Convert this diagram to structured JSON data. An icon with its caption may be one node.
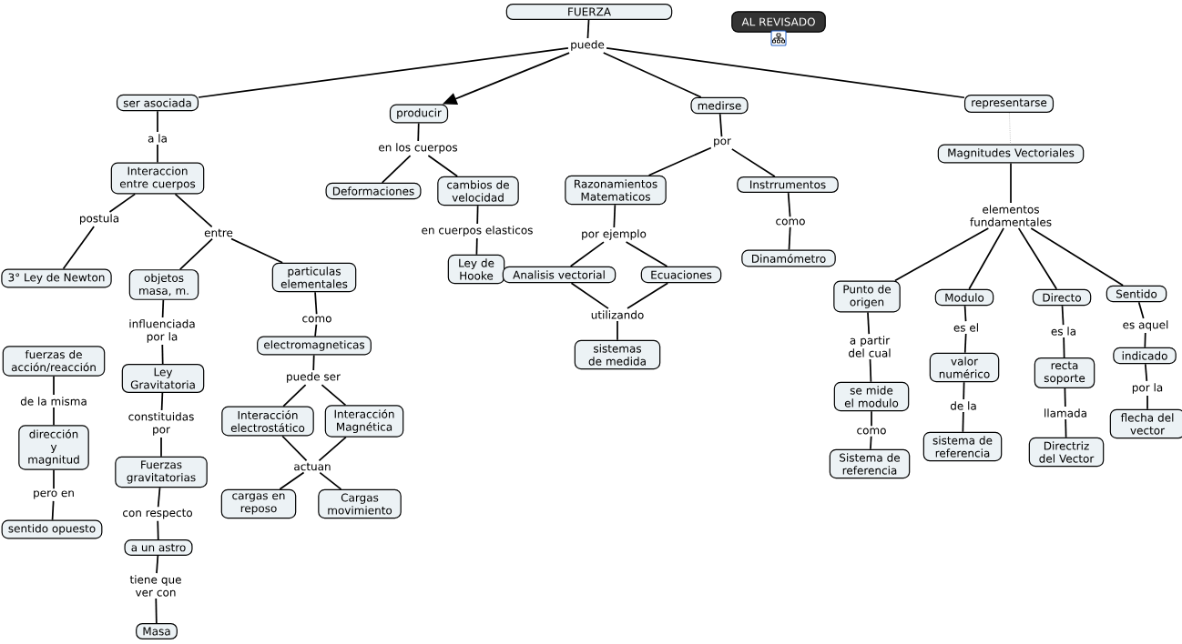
{
  "diagram": {
    "nodes": [
      {
        "text": [
          "FUERZA"
        ]
      },
      {
        "text": [
          "puede"
        ]
      },
      {
        "text": [
          "ser asociada"
        ]
      },
      {
        "text": [
          "producir"
        ]
      },
      {
        "text": [
          "medirse"
        ]
      },
      {
        "text": [
          "representarse"
        ]
      },
      {
        "text": [
          "AL REVISADO"
        ]
      },
      {
        "text": [
          "a la"
        ]
      },
      {
        "text": [
          "Interaccion entre cuerpos"
        ]
      },
      {
        "text": [
          "postula"
        ]
      },
      {
        "text": [
          "entre"
        ]
      },
      {
        "text": [
          "3° Ley de Newton"
        ]
      },
      {
        "text": [
          "objetos masa, m."
        ]
      },
      {
        "text": [
          "particulas elementales"
        ]
      },
      {
        "text": [
          "influenciada por la"
        ]
      },
      {
        "text": [
          "como"
        ]
      },
      {
        "text": [
          "Ley Gravitatoria"
        ]
      },
      {
        "text": [
          "electromagneticas"
        ]
      },
      {
        "text": [
          "constituidas por"
        ]
      },
      {
        "text": [
          "puede ser"
        ]
      },
      {
        "text": [
          "Fuerzas gravitatorias"
        ]
      },
      {
        "text": [
          "Interacción electrostático"
        ]
      },
      {
        "text": [
          "Interacción Magnética"
        ]
      },
      {
        "text": [
          "con respecto"
        ]
      },
      {
        "text": [
          "actuan"
        ]
      },
      {
        "text": [
          "a un astro"
        ]
      },
      {
        "text": [
          "cargas en reposo"
        ]
      },
      {
        "text": [
          "Cargas movimiento"
        ]
      },
      {
        "text": [
          "tiene que ver con"
        ]
      },
      {
        "text": [
          "Masa"
        ]
      },
      {
        "text": [
          "fuerzas de acción/reacción"
        ]
      },
      {
        "text": [
          "de la misma"
        ]
      },
      {
        "text": [
          "dirección y magnitud"
        ]
      },
      {
        "text": [
          "pero en"
        ]
      },
      {
        "text": [
          "sentido opuesto"
        ]
      },
      {
        "text": [
          "en los cuerpos"
        ]
      },
      {
        "text": [
          "Deformaciones"
        ]
      },
      {
        "text": [
          "cambios de velocidad"
        ]
      },
      {
        "text": [
          "en cuerpos elasticos"
        ]
      },
      {
        "text": [
          "Ley de Hooke"
        ]
      },
      {
        "text": [
          "por"
        ]
      },
      {
        "text": [
          "Razonamientos Matematicos"
        ]
      },
      {
        "text": [
          "Instrrumentos"
        ]
      },
      {
        "text": [
          "por ejemplo"
        ]
      },
      {
        "text": [
          "como"
        ]
      },
      {
        "text": [
          "Analisis vectorial"
        ]
      },
      {
        "text": [
          "Ecuaciones"
        ]
      },
      {
        "text": [
          "Dinamómetro"
        ]
      },
      {
        "text": [
          "utilizando"
        ]
      },
      {
        "text": [
          "sistemas de medida"
        ]
      },
      {
        "text": [
          "Magnitudes Vectoriales"
        ]
      },
      {
        "text": [
          "elementos fundamentales"
        ]
      },
      {
        "text": [
          "Punto de origen"
        ]
      },
      {
        "text": [
          "Modulo"
        ]
      },
      {
        "text": [
          "Directo"
        ]
      },
      {
        "text": [
          "Sentido"
        ]
      },
      {
        "text": [
          "a partir del cual"
        ]
      },
      {
        "text": [
          "es el"
        ]
      },
      {
        "text": [
          "es la"
        ]
      },
      {
        "text": [
          "es aquel"
        ]
      },
      {
        "text": [
          "se mide el modulo"
        ]
      },
      {
        "text": [
          "valor numérico"
        ]
      },
      {
        "text": [
          "recta soporte"
        ]
      },
      {
        "text": [
          "indicado"
        ]
      },
      {
        "text": [
          "como"
        ]
      },
      {
        "text": [
          "de la"
        ]
      },
      {
        "text": [
          "llamada"
        ]
      },
      {
        "text": [
          "por la"
        ]
      },
      {
        "text": [
          "Sistema de referencia"
        ]
      },
      {
        "text": [
          "sistema de referencia"
        ]
      },
      {
        "text": [
          "Directriz del Vector"
        ]
      },
      {
        "text": [
          "flecha del vector"
        ]
      }
    ],
    "edges": [
      {
        "from": 0,
        "to": 1,
        "arrow": "none"
      },
      {
        "from": 1,
        "to": 2,
        "arrow": "none"
      },
      {
        "from": 1,
        "to": 3,
        "arrow": "to"
      },
      {
        "from": 1,
        "to": 4,
        "arrow": "none"
      },
      {
        "from": 1,
        "to": 5,
        "arrow": "none"
      },
      {
        "from": 2,
        "to": 7,
        "arrow": "none"
      },
      {
        "from": 7,
        "to": 8,
        "arrow": "none"
      },
      {
        "from": 8,
        "to": 9,
        "arrow": "none"
      },
      {
        "from": 9,
        "to": 11,
        "arrow": "none"
      },
      {
        "from": 8,
        "to": 10,
        "arrow": "none"
      },
      {
        "from": 10,
        "to": 12,
        "arrow": "none"
      },
      {
        "from": 10,
        "to": 13,
        "arrow": "none"
      },
      {
        "from": 12,
        "to": 14,
        "arrow": "none"
      },
      {
        "from": 14,
        "to": 16,
        "arrow": "none"
      },
      {
        "from": 16,
        "to": 18,
        "arrow": "none"
      },
      {
        "from": 18,
        "to": 20,
        "arrow": "none"
      },
      {
        "from": 20,
        "to": 23,
        "arrow": "none"
      },
      {
        "from": 23,
        "to": 25,
        "arrow": "none"
      },
      {
        "from": 25,
        "to": 28,
        "arrow": "none"
      },
      {
        "from": 28,
        "to": 29,
        "arrow": "none"
      },
      {
        "from": 13,
        "to": 15,
        "arrow": "none"
      },
      {
        "from": 15,
        "to": 17,
        "arrow": "none"
      },
      {
        "from": 17,
        "to": 19,
        "arrow": "none"
      },
      {
        "from": 19,
        "to": 21,
        "arrow": "none"
      },
      {
        "from": 19,
        "to": 22,
        "arrow": "none"
      },
      {
        "from": 21,
        "to": 24,
        "arrow": "none"
      },
      {
        "from": 22,
        "to": 24,
        "arrow": "none"
      },
      {
        "from": 24,
        "to": 26,
        "arrow": "none"
      },
      {
        "from": 24,
        "to": 27,
        "arrow": "none"
      },
      {
        "from": 30,
        "to": 31,
        "arrow": "none"
      },
      {
        "from": 31,
        "to": 32,
        "arrow": "none"
      },
      {
        "from": 32,
        "to": 33,
        "arrow": "none"
      },
      {
        "from": 33,
        "to": 34,
        "arrow": "none"
      },
      {
        "from": 3,
        "to": 35,
        "arrow": "none"
      },
      {
        "from": 35,
        "to": 36,
        "arrow": "none"
      },
      {
        "from": 35,
        "to": 37,
        "arrow": "none"
      },
      {
        "from": 37,
        "to": 38,
        "arrow": "none"
      },
      {
        "from": 38,
        "to": 39,
        "arrow": "none"
      },
      {
        "from": 4,
        "to": 40,
        "arrow": "none"
      },
      {
        "from": 40,
        "to": 41,
        "arrow": "none"
      },
      {
        "from": 40,
        "to": 42,
        "arrow": "none"
      },
      {
        "from": 41,
        "to": 43,
        "arrow": "none"
      },
      {
        "from": 43,
        "to": 45,
        "arrow": "none"
      },
      {
        "from": 43,
        "to": 46,
        "arrow": "none"
      },
      {
        "from": 45,
        "to": 48,
        "arrow": "none"
      },
      {
        "from": 46,
        "to": 48,
        "arrow": "none"
      },
      {
        "from": 48,
        "to": 49,
        "arrow": "none"
      },
      {
        "from": 42,
        "to": 44,
        "arrow": "none"
      },
      {
        "from": 44,
        "to": 47,
        "arrow": "none"
      },
      {
        "from": 5,
        "to": 50,
        "arrow": "none",
        "style": "dashed",
        "color": "#aaaaaa"
      },
      {
        "from": 50,
        "to": 51,
        "arrow": "none"
      },
      {
        "from": 51,
        "to": 52,
        "arrow": "none"
      },
      {
        "from": 51,
        "to": 53,
        "arrow": "none"
      },
      {
        "from": 51,
        "to": 54,
        "arrow": "none"
      },
      {
        "from": 51,
        "to": 55,
        "arrow": "none"
      },
      {
        "from": 52,
        "to": 56,
        "arrow": "none"
      },
      {
        "from": 56,
        "to": 60,
        "arrow": "none"
      },
      {
        "from": 60,
        "to": 64,
        "arrow": "none"
      },
      {
        "from": 64,
        "to": 68,
        "arrow": "none"
      },
      {
        "from": 53,
        "to": 57,
        "arrow": "none"
      },
      {
        "from": 57,
        "to": 61,
        "arrow": "none"
      },
      {
        "from": 61,
        "to": 65,
        "arrow": "none"
      },
      {
        "from": 65,
        "to": 69,
        "arrow": "none"
      },
      {
        "from": 54,
        "to": 58,
        "arrow": "none"
      },
      {
        "from": 58,
        "to": 62,
        "arrow": "none"
      },
      {
        "from": 62,
        "to": 66,
        "arrow": "none"
      },
      {
        "from": 66,
        "to": 70,
        "arrow": "none"
      },
      {
        "from": 55,
        "to": 59,
        "arrow": "none"
      },
      {
        "from": 59,
        "to": 63,
        "arrow": "none"
      },
      {
        "from": 63,
        "to": 67,
        "arrow": "none"
      },
      {
        "from": 67,
        "to": 71,
        "arrow": "none"
      }
    ]
  }
}
